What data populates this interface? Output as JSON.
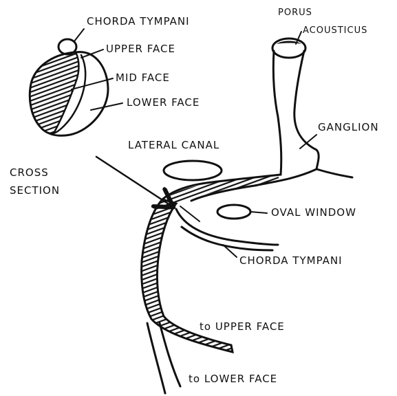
{
  "labels": {
    "chorda_tympani_top": "CHORDA TYMPANI",
    "upper_face": "UPPER FACE",
    "mid_face": "MID FACE",
    "lower_face": "LOWER FACE",
    "porus": "PORUS",
    "acousticus": "ACOUSTICUS",
    "ganglion": "GANGLION",
    "lateral_canal": "LATERAL CANAL",
    "cross": "CROSS",
    "section": "SECTION",
    "oval_window": "OVAL WINDOW",
    "chorda_tympani_bottom": "CHORDA TYMPANI",
    "to_upper_face": "to UPPER FACE",
    "to_lower_face": "to LOWER FACE"
  },
  "colors": {
    "ink": "#111111",
    "background": "#ffffff"
  }
}
